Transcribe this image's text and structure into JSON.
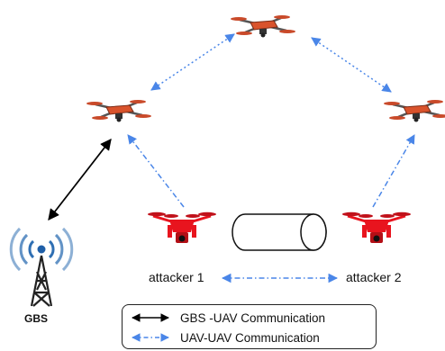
{
  "nodes": {
    "gbs_label": "GBS",
    "attacker1_label": "attacker 1",
    "attacker2_label": "attacker 2"
  },
  "legend": {
    "gbs_uav": "GBS -UAV Communication",
    "uav_uav": "UAV-UAV Communication"
  },
  "colors": {
    "uav_body": "#d9532c",
    "attacker_body": "#e8141e",
    "uav_link": "#4a86e8",
    "gbs_link": "#000000",
    "tower": "#222222",
    "signal": "#2f6fb3"
  },
  "icons": [
    "drone-icon",
    "attacker-drone-icon",
    "tower-icon",
    "tunnel-icon"
  ]
}
